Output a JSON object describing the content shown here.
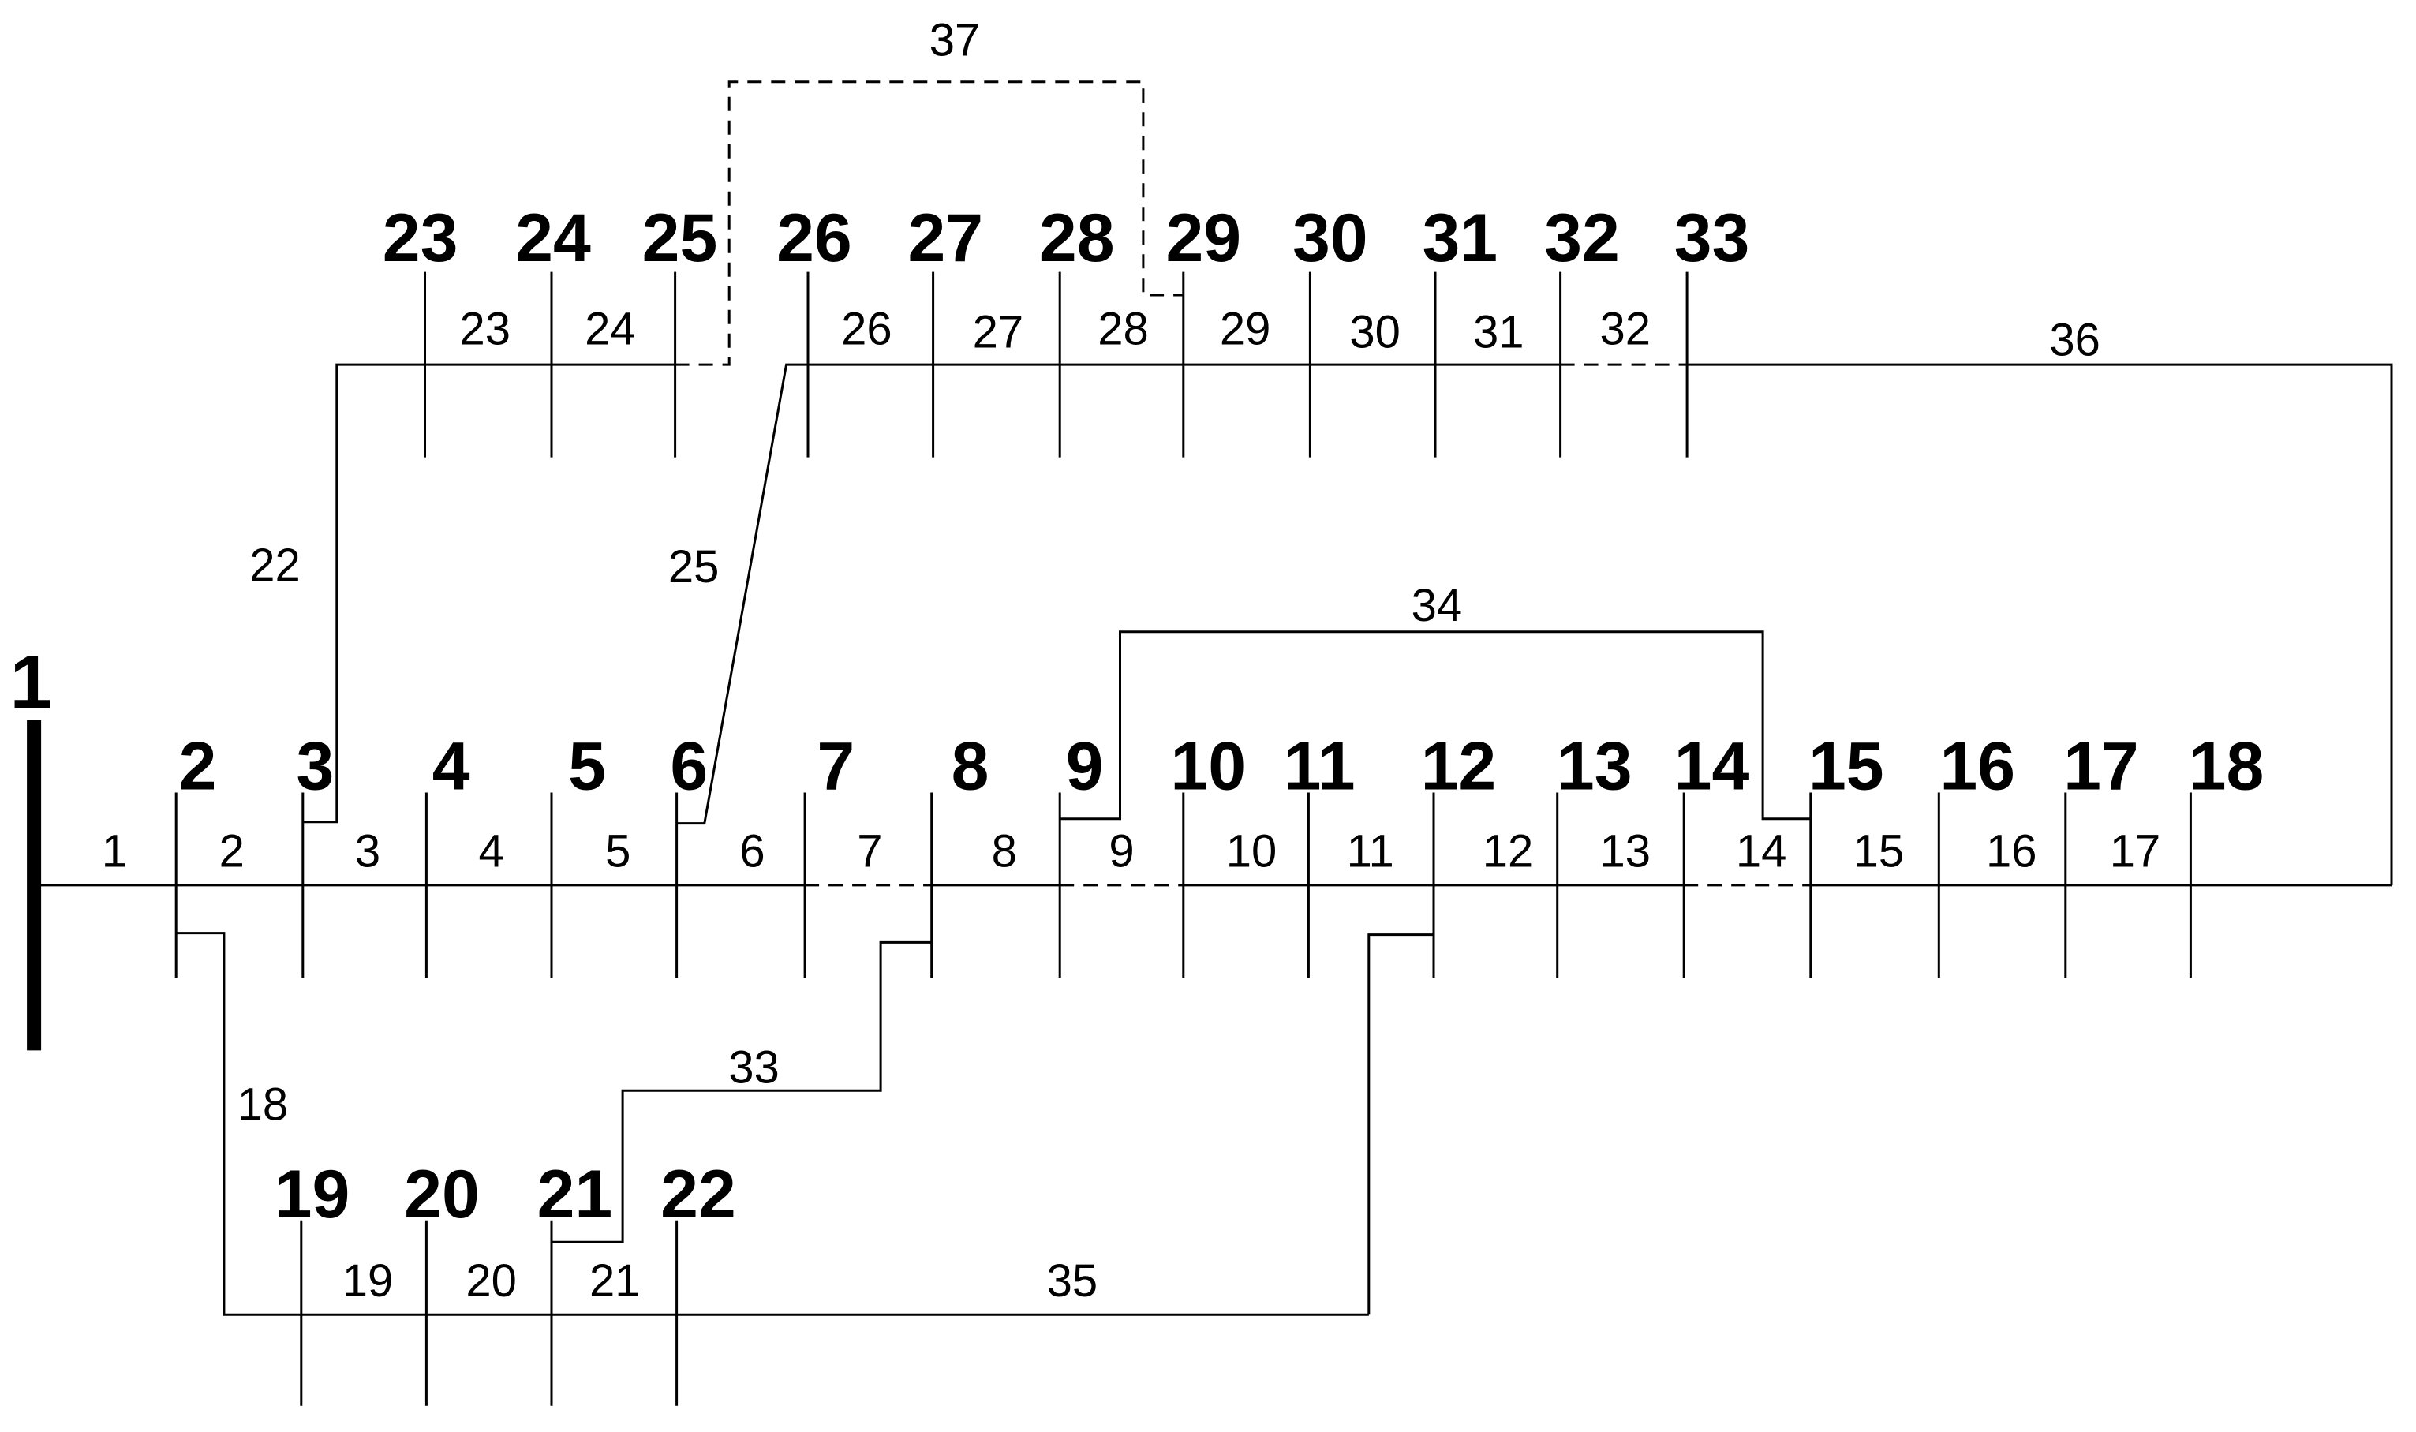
{
  "diagram": {
    "buses": [
      "1",
      "2",
      "3",
      "4",
      "5",
      "6",
      "7",
      "8",
      "9",
      "10",
      "11",
      "12",
      "13",
      "14",
      "15",
      "16",
      "17",
      "18",
      "19",
      "20",
      "21",
      "22",
      "23",
      "24",
      "25",
      "26",
      "27",
      "28",
      "29",
      "30",
      "31",
      "32",
      "33"
    ],
    "branches": [
      "1",
      "2",
      "3",
      "4",
      "5",
      "6",
      "7",
      "8",
      "9",
      "10",
      "11",
      "12",
      "13",
      "14",
      "15",
      "16",
      "17",
      "18",
      "19",
      "20",
      "21",
      "22",
      "23",
      "24",
      "25",
      "26",
      "27",
      "28",
      "29",
      "30",
      "31",
      "32",
      "33",
      "34",
      "35",
      "36",
      "37"
    ],
    "switches": [
      {
        "from": "7",
        "to": "8",
        "branch": "7",
        "state": "open"
      },
      {
        "from": "9",
        "to": "10",
        "branch": "9",
        "state": "open"
      },
      {
        "from": "14",
        "to": "15",
        "branch": "14",
        "state": "open"
      },
      {
        "from": "32",
        "to": "33",
        "branch": "32",
        "state": "open"
      },
      {
        "from": "25",
        "to": "29",
        "branch": "37",
        "state": "open"
      }
    ]
  }
}
